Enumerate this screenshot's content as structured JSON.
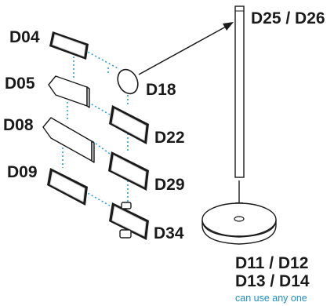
{
  "labels": {
    "d04": "D04",
    "d05": "D05",
    "d08": "D08",
    "d09": "D09",
    "d18": "D18",
    "d22": "D22",
    "d29": "D29",
    "d34": "D34",
    "d25_d26": "D25 / D26",
    "d11_d12": "D11 / D12",
    "d13_d14": "D13 / D14",
    "note": "can use any one"
  },
  "colors": {
    "outline": "#1a1a1a",
    "dotted_link": "#2a9fd6",
    "note": "#1d8fc8",
    "panel_fill": "#ffffff",
    "panel_edge": "#cfcfcf"
  }
}
